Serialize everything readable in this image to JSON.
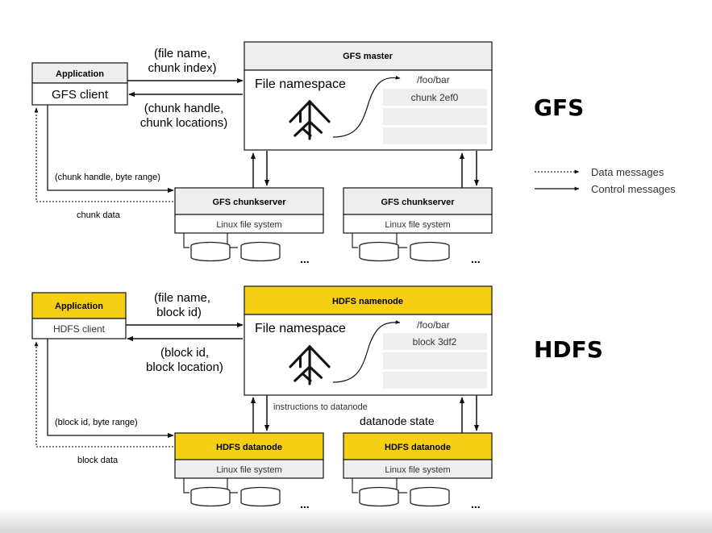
{
  "legend": {
    "data_messages": "Data messages",
    "control_messages": "Control messages"
  },
  "gfs": {
    "label": "GFS",
    "application": "Application",
    "client": "GFS client",
    "master_title": "GFS master",
    "namespace": "File namespace",
    "path": "/foo/bar",
    "chunk": "chunk 2ef0",
    "request_line1": "(file name,",
    "request_line2": "chunk index)",
    "response_line1": "(chunk handle,",
    "response_line2": "chunk locations)",
    "data_request": "(chunk handle, byte range)",
    "data_reply": "chunk data",
    "chunkserver1_title": "GFS chunkserver",
    "chunkserver1_fs": "Linux file system",
    "chunkserver2_title": "GFS chunkserver",
    "chunkserver2_fs": "Linux file system",
    "more1": "...",
    "more2": "..."
  },
  "hdfs": {
    "label": "HDFS",
    "application": "Application",
    "client": "HDFS client",
    "namenode_title": "HDFS namenode",
    "namespace": "File namespace",
    "path": "/foo/bar",
    "block": "block 3df2",
    "request_line1": "(file name,",
    "request_line2": "block id)",
    "response_line1": "(block id,",
    "response_line2": "block location)",
    "data_request": "(block id, byte range)",
    "data_reply": "block data",
    "instructions": "instructions to datanode",
    "state": "datanode state",
    "datanode1_title": "HDFS datanode",
    "datanode1_fs": "Linux file system",
    "datanode2_title": "HDFS datanode",
    "datanode2_fs": "Linux file system",
    "more1": "...",
    "more2": "..."
  },
  "colors": {
    "gray_header": "#eeeeee",
    "yellow_header": "#f5cf13",
    "border": "#222222",
    "row_fill": "#f0f0f0"
  }
}
